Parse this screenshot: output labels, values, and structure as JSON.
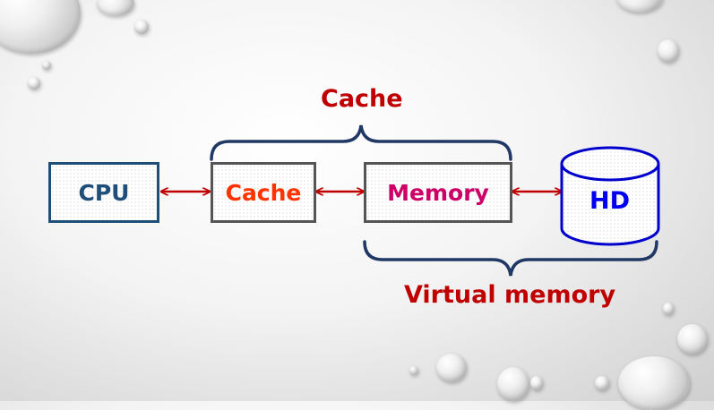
{
  "diagram": {
    "nodes": {
      "cpu": {
        "label": "CPU",
        "color": "#1f4e79"
      },
      "cache": {
        "label": "Cache",
        "color": "#ff3300"
      },
      "memory": {
        "label": "Memory",
        "color": "#cc0066"
      },
      "hd": {
        "label": "HD",
        "color": "#0000ee"
      }
    },
    "brace_labels": {
      "top": "Cache",
      "bottom": "Virtual memory"
    },
    "colors": {
      "arrow": "#c00000",
      "brace": "#1f3864",
      "brace_label": "#c00000",
      "cpu_border": "#1f4e79",
      "box_border": "#555555",
      "hd_border": "#0000cc"
    }
  }
}
